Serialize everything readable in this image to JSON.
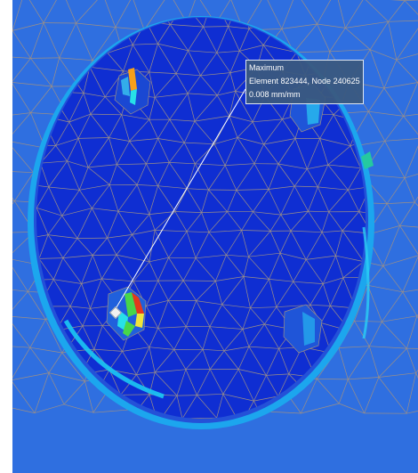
{
  "viewport": {
    "description_icon": "fea-mesh-contour-view",
    "colors": {
      "background_fill": "#2a62d6",
      "outer_ring": "#2f76e4",
      "plate": "#0d2ad0",
      "mesh_edge": "#9c8f86",
      "shell_band": "#19b4f3",
      "hole_fill": "#1d4fd6",
      "hot_red": "#e33a1b",
      "hot_orange": "#f5a01a",
      "hot_yellow": "#f0e43a",
      "hot_green": "#47d64a",
      "cyan": "#27e0e8",
      "teal": "#25c9a0"
    }
  },
  "probe": {
    "title": "Maximum",
    "location": "Element 823444, Node 240625",
    "value": "0.008 mm/mm",
    "marker_icon": "probe-diamond-icon"
  }
}
